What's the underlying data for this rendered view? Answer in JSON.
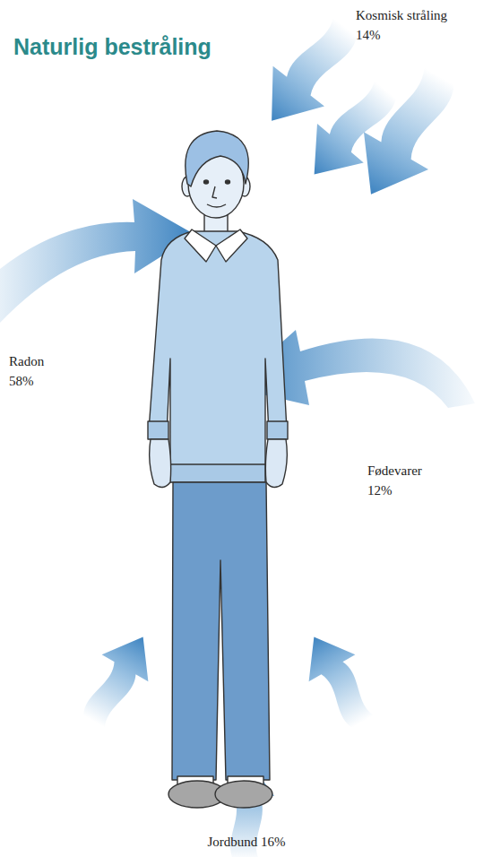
{
  "diagram": {
    "title": "Naturlig bestråling",
    "labels": [
      "Kosmisk stråling 14%",
      "Radon 58%",
      "Fødevarer 12%",
      "Jordbund 16%"
    ]
  }
}
